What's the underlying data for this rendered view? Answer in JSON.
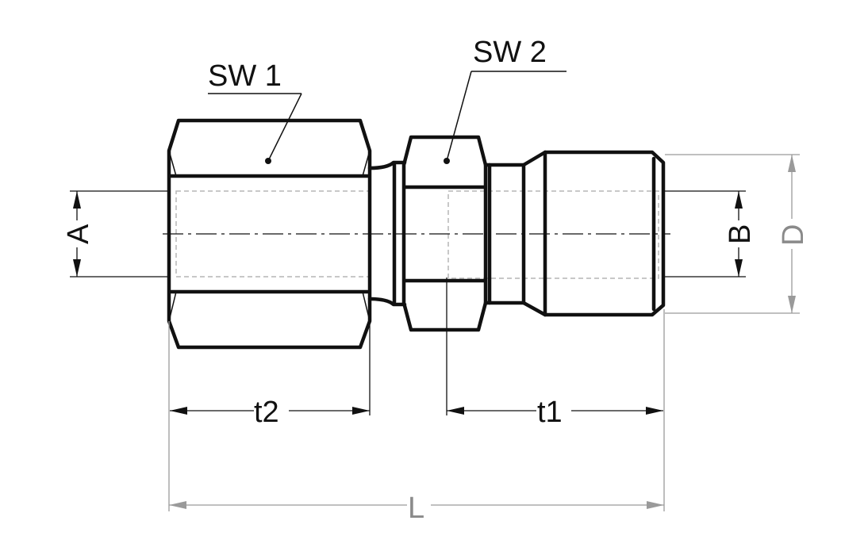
{
  "labels": {
    "sw1": "SW 1",
    "sw2": "SW 2",
    "a": "A",
    "b": "B",
    "d": "D",
    "t1": "t1",
    "t2": "t2",
    "l": "L"
  }
}
